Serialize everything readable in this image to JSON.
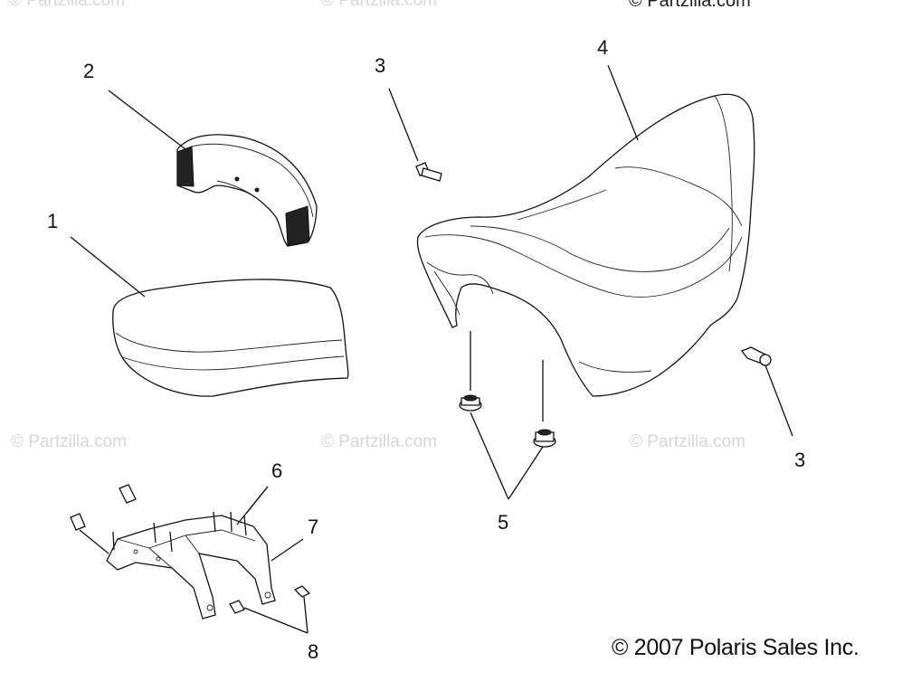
{
  "watermarks": {
    "top_left": "© Partzilla.com",
    "top_mid": "© Partzilla.com",
    "top_right": "© Partzilla.com",
    "mid_left": "© Partzilla.com",
    "mid_center": "© Partzilla.com",
    "mid_right": "© Partzilla.com"
  },
  "callouts": {
    "c1": "1",
    "c2": "2",
    "c3a": "3",
    "c3b": "3",
    "c4": "4",
    "c5": "5",
    "c6": "6",
    "c7": "7",
    "c8": "8"
  },
  "copyright": "© 2007 Polaris Sales Inc."
}
